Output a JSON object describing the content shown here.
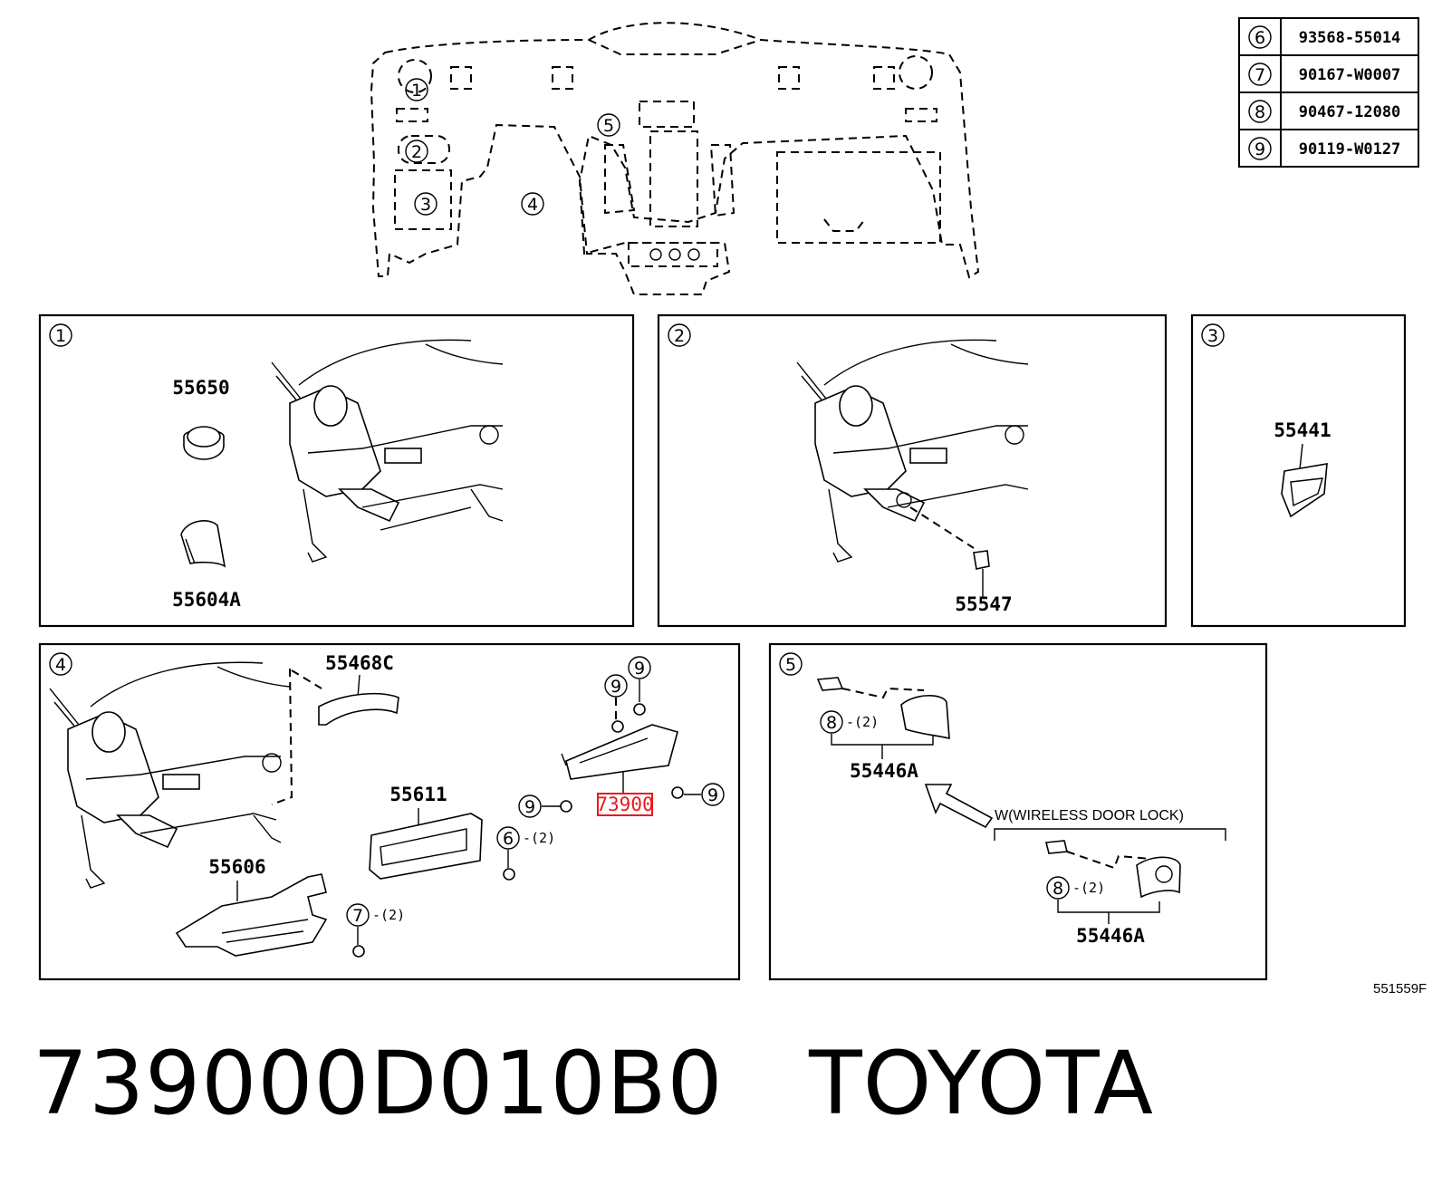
{
  "callout_table": [
    {
      "num": "6",
      "part": "93568-55014"
    },
    {
      "num": "7",
      "part": "90167-W0007"
    },
    {
      "num": "8",
      "part": "90467-12080"
    },
    {
      "num": "9",
      "part": "90119-W0127"
    }
  ],
  "overview_callouts": [
    "1",
    "2",
    "3",
    "4",
    "5"
  ],
  "panel_1": {
    "num": "1",
    "parts": [
      "55650",
      "55604A"
    ]
  },
  "panel_2": {
    "num": "2",
    "parts": [
      "55547"
    ]
  },
  "panel_3": {
    "num": "3",
    "parts": [
      "55441"
    ]
  },
  "panel_4": {
    "num": "4",
    "parts": [
      "55468C",
      "55611",
      "55606",
      "73900"
    ],
    "highlighted_part": "73900",
    "highlight_color": "#e8191e",
    "fastener_callouts": [
      {
        "num": "9"
      },
      {
        "num": "9"
      },
      {
        "num": "9"
      },
      {
        "num": "9"
      },
      {
        "num": "6",
        "qty": "-(2)"
      },
      {
        "num": "7",
        "qty": "-(2)"
      }
    ]
  },
  "panel_5": {
    "num": "5",
    "parts": [
      "55446A",
      "55446A"
    ],
    "fastener_callouts": [
      {
        "num": "8",
        "qty": "-(2)"
      },
      {
        "num": "8",
        "qty": "-(2)"
      }
    ],
    "option_label": "W(WIRELESS DOOR LOCK)"
  },
  "diagram_ref": "551559F",
  "footer": {
    "part_number": "739000D010B0",
    "brand": "TOYOTA"
  }
}
